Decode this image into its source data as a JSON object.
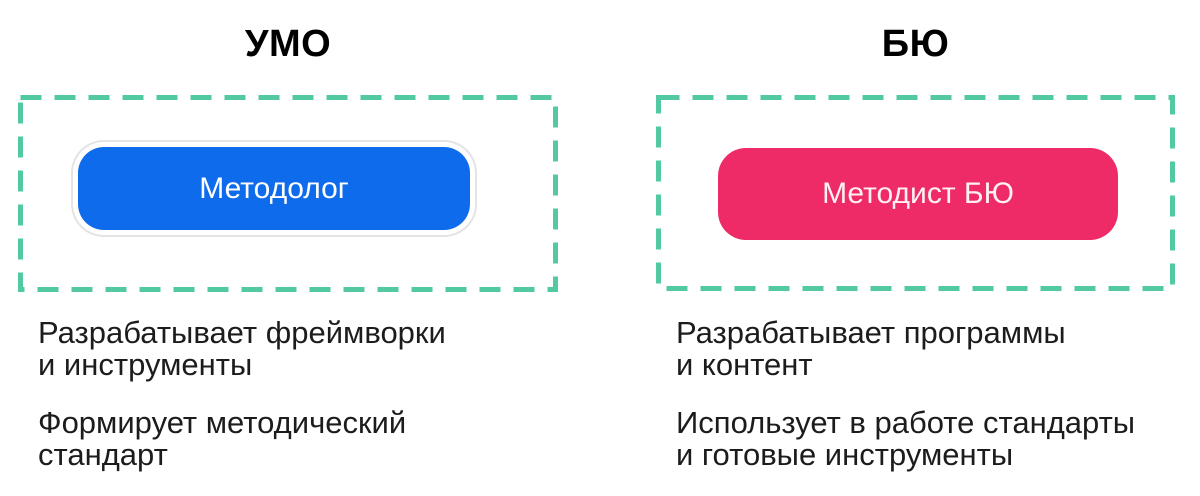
{
  "colors": {
    "dash_border": "#52C9A3",
    "umo_pill_fill": "#0E6BEB",
    "umo_pill_label": "#FFFFFF",
    "umo_pill_ring": "#E4E4E7",
    "byu_pill_fill": "#EE2A67",
    "byu_pill_label": "#FFF0F4",
    "title_text": "#000000",
    "body_text": "#1C1C1E"
  },
  "columns": {
    "umo": {
      "title": "УМО",
      "role_label": "Методолог",
      "points": {
        "p1": "Разрабатывает фреймворки\nи инструменты",
        "p2": "Формирует методический\nстандарт"
      }
    },
    "byu": {
      "title": "БЮ",
      "role_label": "Методист БЮ",
      "points": {
        "p1": "Разрабатывает программы\nи контент",
        "p2": "Использует в работе стандарты\nи готовые инструменты"
      }
    }
  }
}
